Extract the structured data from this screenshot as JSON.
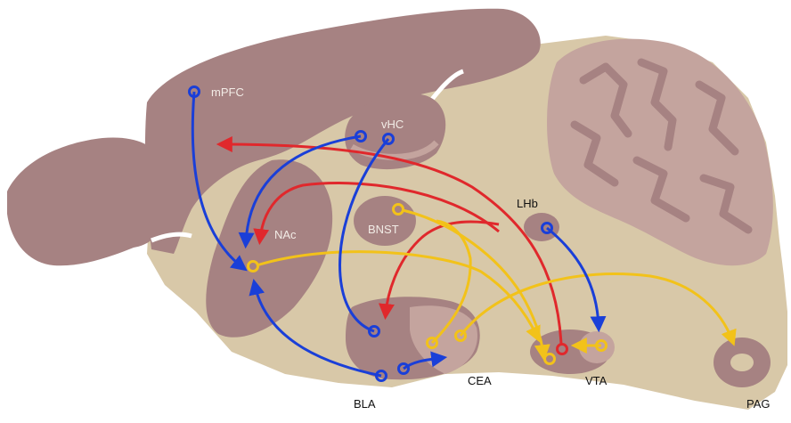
{
  "labels": {
    "mpfc": "mPFC",
    "vhc": "vHC",
    "nac": "NAc",
    "bnst": "BNST",
    "lhb": "LHb",
    "bla": "BLA",
    "cea": "CEA",
    "vta": "VTA",
    "pag": "PAG"
  },
  "colors": {
    "background": "#ffffff",
    "brain_tissue": "#d8c8a8",
    "cortex_region": "#a68282",
    "light_region": "#c4a49e",
    "cerebellum_fold": "#b49090",
    "blue_pathway": "#1a3fd8",
    "red_pathway": "#e0282c",
    "yellow_pathway": "#f2c21a"
  },
  "pathways": [
    {
      "from": "mPFC",
      "to": "NAc",
      "color": "blue"
    },
    {
      "from": "vHC",
      "to": "NAc",
      "color": "blue"
    },
    {
      "from": "vHC",
      "to": "BLA",
      "color": "blue"
    },
    {
      "from": "BLA",
      "to": "NAc",
      "color": "blue"
    },
    {
      "from": "BLA",
      "to": "CEA",
      "color": "blue"
    },
    {
      "from": "LHb",
      "to": "VTA",
      "color": "blue"
    },
    {
      "from": "VTA",
      "to": "mPFC",
      "color": "red"
    },
    {
      "from": "VTA",
      "to": "NAc",
      "color": "red"
    },
    {
      "from": "VTA",
      "to": "BLA",
      "color": "red"
    },
    {
      "from": "NAc",
      "to": "VTA",
      "color": "yellow"
    },
    {
      "from": "BNST",
      "to": "VTA",
      "color": "yellow"
    },
    {
      "from": "CEA",
      "to": "VTA",
      "color": "yellow"
    },
    {
      "from": "CEA",
      "to": "PAG",
      "color": "yellow"
    },
    {
      "from": "VTA",
      "to": "VTA",
      "color": "yellow"
    }
  ]
}
